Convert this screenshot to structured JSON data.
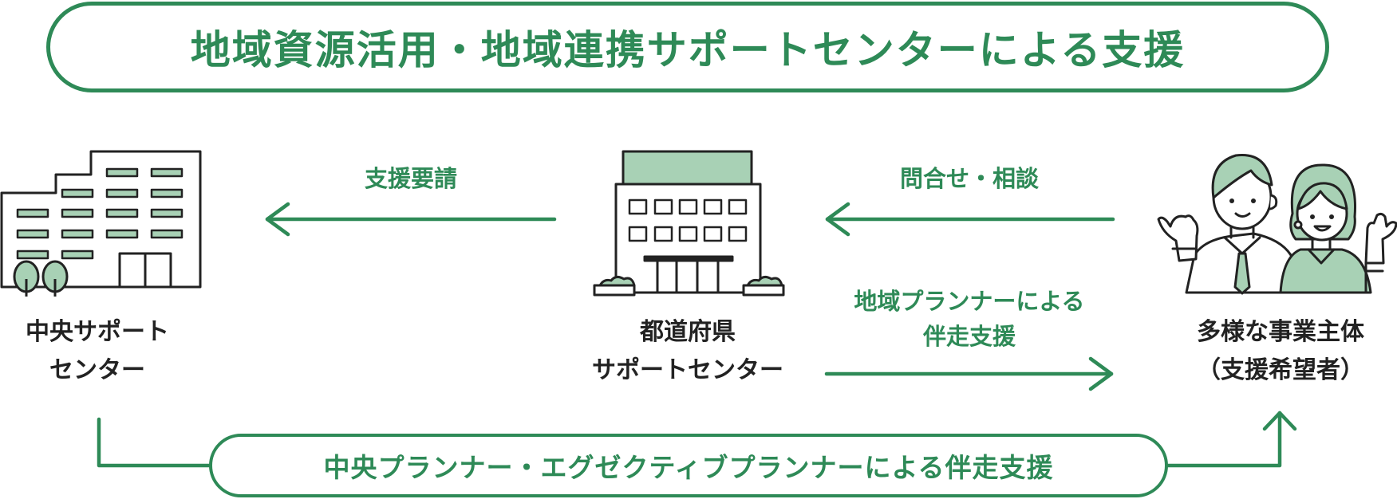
{
  "title": "地域資源活用・地域連携サポートセンターによる支援",
  "nodes": {
    "central": {
      "line1": "中央サポート",
      "line2": "センター"
    },
    "prefectural": {
      "line1": "都道府県",
      "line2": "サポートセンター"
    },
    "applicants": {
      "line1": "多様な事業主体",
      "line2": "（支援希望者）"
    }
  },
  "arrows": {
    "support_request": "支援要請",
    "inquiry": "問合せ・相談",
    "regional_planner_line1": "地域プランナーによる",
    "regional_planner_line2": "伴走支援"
  },
  "bottom_flow": "中央プランナー・エグゼクティブプランナーによる伴走支援",
  "colors": {
    "primary_green": "#2e8a57",
    "light_green": "#a8d1b5",
    "outline": "#222222"
  }
}
